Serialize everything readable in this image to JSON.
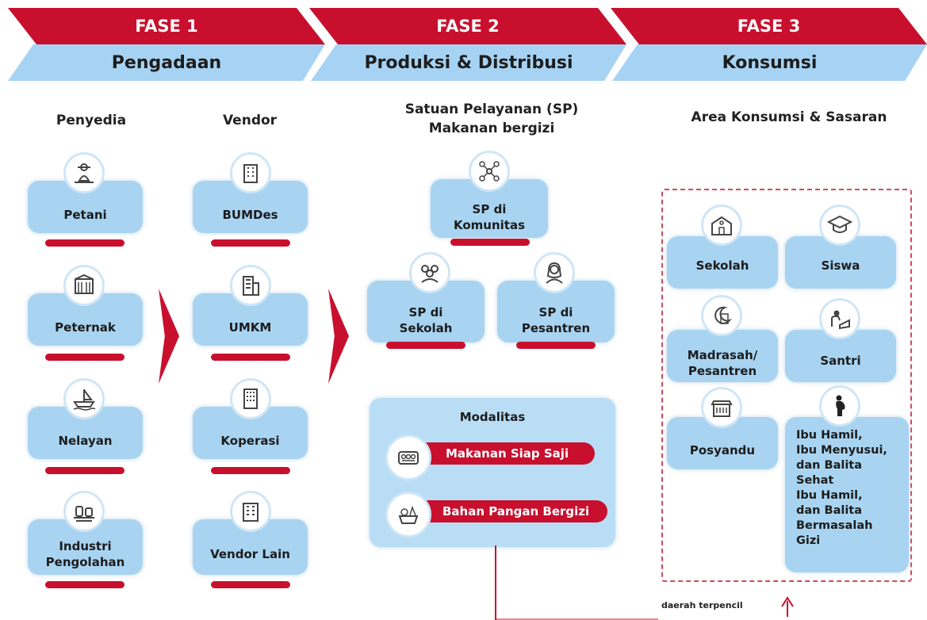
{
  "phases": [
    {
      "number": "FASE 1",
      "name": "Pengadaan"
    },
    {
      "number": "FASE 2",
      "name": "Produksi & Distribusi"
    },
    {
      "number": "FASE 3",
      "name": "Konsumsi"
    }
  ],
  "columns": {
    "penyedia": "Penyedia",
    "vendor": "Vendor",
    "sp_line1": "Satuan Pelayanan (SP)",
    "sp_line2": "Makanan bergizi",
    "area": "Area Konsumsi & Sasaran"
  },
  "penyedia_items": [
    "Petani",
    "Peternak",
    "Nelayan",
    "Industri",
    "Pengolahan"
  ],
  "vendor_items": [
    "BUMDes",
    "UMKM",
    "Koperasi",
    "Vendor Lain"
  ],
  "sp_items": {
    "komunitas": [
      "SP di",
      "Komunitas"
    ],
    "sekolah": [
      "SP di",
      "Sekolah"
    ],
    "pesantren": [
      "SP di",
      "Pesantren"
    ]
  },
  "modalitas": {
    "title": "Modalitas",
    "items": [
      "Makanan Siap Saji",
      "Bahan Pangan Bergizi"
    ]
  },
  "area_items": {
    "sekolah": "Sekolah",
    "siswa": "Siswa",
    "madrasah": [
      "Madrasah/",
      "Pesantren"
    ],
    "santri": "Santri",
    "posyandu": "Posyandu",
    "ibu": [
      "Ibu Hamil,",
      "Ibu Menyusui,",
      "dan Balita",
      "Sehat",
      "Ibu Hamil,",
      "dan Balita",
      "Bermasalah",
      "Gizi"
    ]
  },
  "footnote": "daerah terpencil",
  "colors": {
    "red": "#c8102e",
    "blue": "#a6d3f3",
    "dash": "#d34a5b"
  }
}
